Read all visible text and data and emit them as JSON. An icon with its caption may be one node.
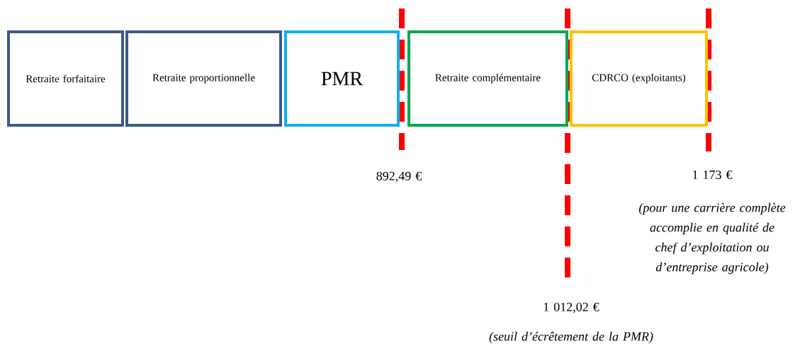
{
  "diagram": {
    "nodes": [
      {
        "text": [
          "Retraite forfaitaire"
        ]
      },
      {
        "text": [
          "Retraite proportionnelle"
        ]
      },
      {
        "text": [
          "PMR"
        ]
      },
      {
        "text": [
          "Retraite complémentaire"
        ]
      },
      {
        "text": [
          "CDRCO (exploitants)"
        ]
      }
    ],
    "labels": [
      "892,49 €",
      "1 173 €",
      "(pour une carrière complète accomplie en qualité de chef d’exploitation ou d’entreprise agricole)",
      "1 012,02 €",
      "(seuil d’écrêtement de la PMR)"
    ]
  }
}
